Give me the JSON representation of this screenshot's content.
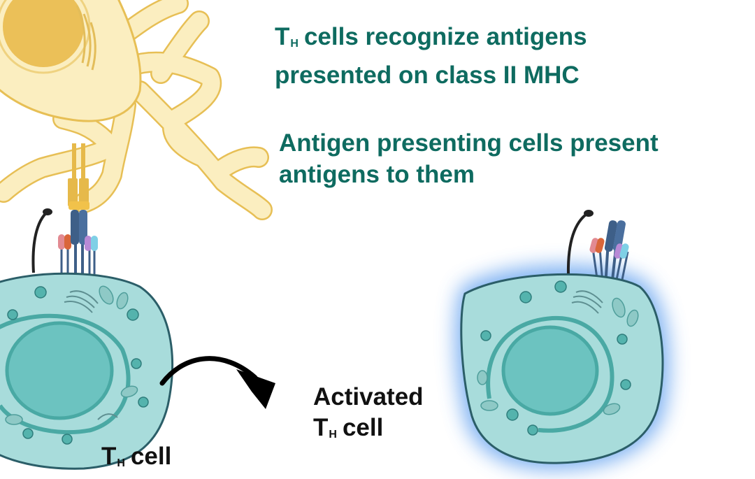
{
  "headlines": {
    "line1": {
      "prefix": "T",
      "sub": "H",
      "text": "cells recognize antigens"
    },
    "line2": "presented on class II MHC",
    "line3": "Antigen presenting cells present",
    "line4": "antigens to them"
  },
  "labels": {
    "activated": {
      "word": "Activated",
      "prefix": "T",
      "sub": "H",
      "text": "cell"
    },
    "th_cell": {
      "prefix": "T",
      "sub": "H",
      "text": "cell"
    }
  },
  "colors": {
    "headline": "#0e6b60",
    "label": "#111111",
    "apc_fill": "#fbeec0",
    "apc_outline": "#e7bf55",
    "apc_nucleus": "#ebc058",
    "cell_fill": "#a8dcdb",
    "cell_outline": "#2b5e68",
    "nucleus": "#6cc3c0",
    "organelle": "#54b3ad",
    "glow": "#6aa6f0",
    "receptor_blue": "#3e5f88",
    "receptor_pink": "#e28a92",
    "receptor_orange": "#d9663a",
    "receptor_purple": "#b88ad6",
    "receptor_cyan": "#7fd0e6"
  }
}
